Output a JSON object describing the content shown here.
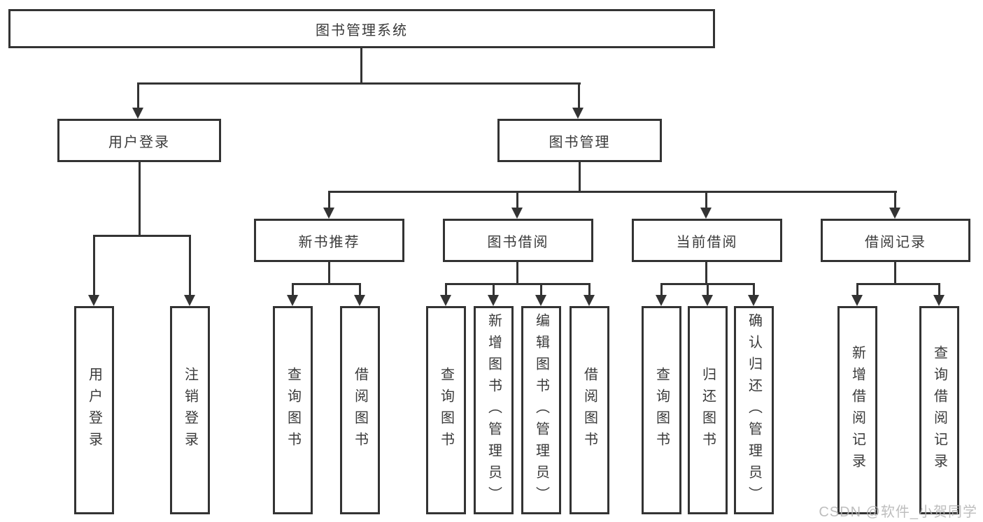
{
  "colors": {
    "line": "#333333",
    "text": "#3a3a3a",
    "boxbg": "#ffffff",
    "wm": "#b3b3b3"
  },
  "watermark": "CSDN @软件_小贺同学",
  "tree": {
    "label": "图书管理系统",
    "children": [
      {
        "label": "用户登录",
        "children": [
          {
            "label": "用户登录"
          },
          {
            "label": "注销登录"
          }
        ]
      },
      {
        "label": "图书管理",
        "children": [
          {
            "label": "新书推荐",
            "children": [
              {
                "label": "查询图书"
              },
              {
                "label": "借阅图书"
              }
            ]
          },
          {
            "label": "图书借阅",
            "children": [
              {
                "label": "查询图书"
              },
              {
                "label": "新增图书（管理员）"
              },
              {
                "label": "编辑图书（管理员）"
              },
              {
                "label": "借阅图书"
              }
            ]
          },
          {
            "label": "当前借阅",
            "children": [
              {
                "label": "查询图书"
              },
              {
                "label": "归还图书"
              },
              {
                "label": "确认归还（管理员）"
              }
            ]
          },
          {
            "label": "借阅记录",
            "children": [
              {
                "label": "新增借阅记录"
              },
              {
                "label": "查询借阅记录"
              }
            ]
          }
        ]
      }
    ]
  }
}
